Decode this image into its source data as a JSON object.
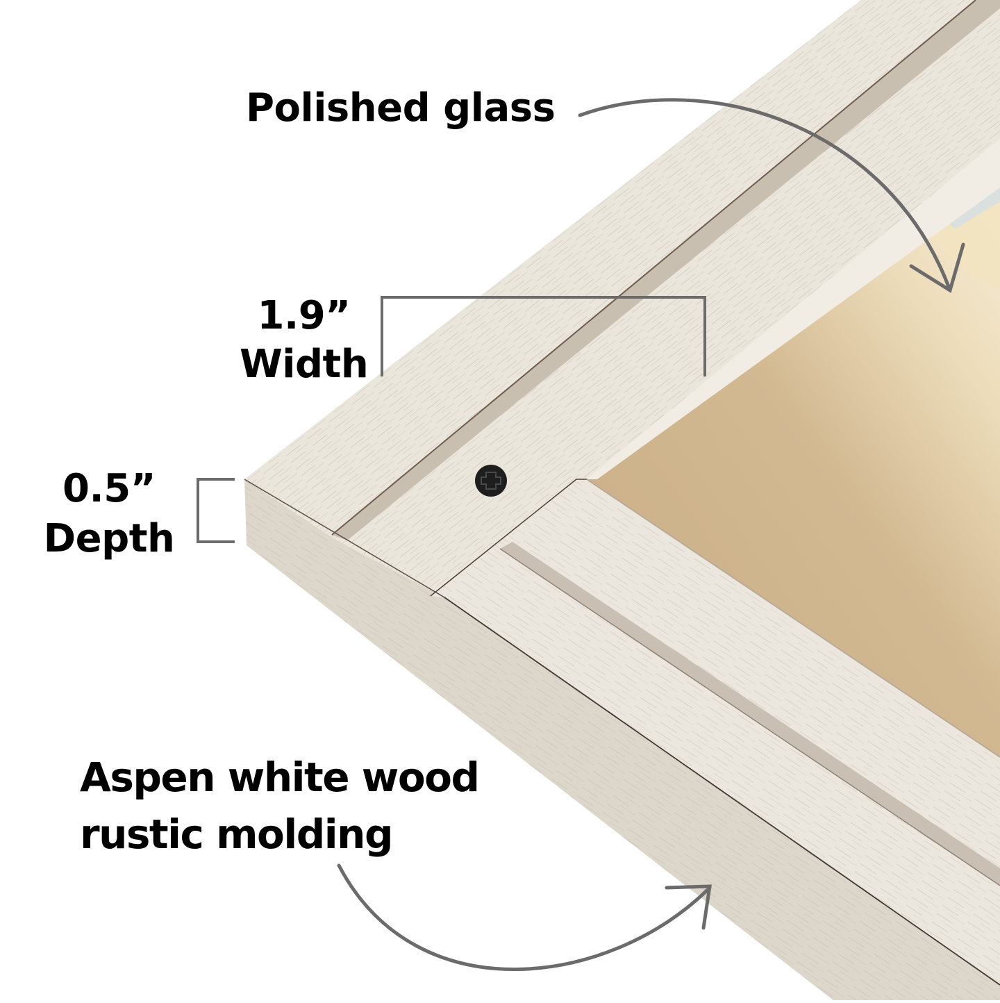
{
  "image": {
    "description": "Close-up product photo of a picture frame corner with dimension and feature callouts",
    "background_color": "#ffffff"
  },
  "callouts": {
    "glass": {
      "text": "Polished glass"
    },
    "width": {
      "value": "1.9”",
      "label": "Width"
    },
    "depth": {
      "value": "0.5”",
      "label": "Depth"
    },
    "molding": {
      "line1": "Aspen white wood",
      "line2": "rustic molding"
    }
  },
  "colors": {
    "annotation_gray": "#6b6b6b",
    "frame_face": "#e9e4da",
    "frame_face_light": "#efebe3",
    "frame_side": "#ddd7cb",
    "groove": "#b9ae9f",
    "photo_tan": "#cdb38c",
    "photo_light": "#efe2c4",
    "screw": "#1e1e1e",
    "text": "#000000"
  },
  "parts": {
    "screw": "phillips-screw",
    "photo": "sepia-beach-photo"
  }
}
